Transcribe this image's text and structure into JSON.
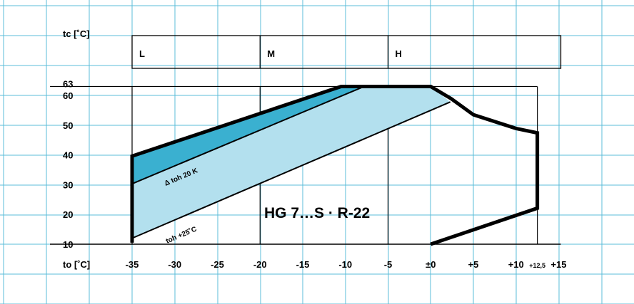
{
  "chart_data": {
    "type": "area",
    "title": "HG 7…S · R-22",
    "xlabel": "to [˚C]",
    "ylabel": "tc [˚C]",
    "xlim": [
      -35,
      15
    ],
    "ylim": [
      10,
      63
    ],
    "x_ticks": [
      {
        "value": -35,
        "label": "-35"
      },
      {
        "value": -30,
        "label": "-30"
      },
      {
        "value": -25,
        "label": "-25"
      },
      {
        "value": -20,
        "label": "-20"
      },
      {
        "value": -15,
        "label": "-15"
      },
      {
        "value": -10,
        "label": "-10"
      },
      {
        "value": -5,
        "label": "-5"
      },
      {
        "value": 0,
        "label": "±0"
      },
      {
        "value": 5,
        "label": "+5"
      },
      {
        "value": 10,
        "label": "+10"
      },
      {
        "value": 12.5,
        "label": "+12,5"
      },
      {
        "value": 15,
        "label": "+15"
      }
    ],
    "y_ticks": [
      {
        "value": 10,
        "label": "10"
      },
      {
        "value": 20,
        "label": "20"
      },
      {
        "value": 30,
        "label": "30"
      },
      {
        "value": 40,
        "label": "40"
      },
      {
        "value": 50,
        "label": "50"
      },
      {
        "value": 60,
        "label": "60"
      },
      {
        "value": 63,
        "label": "63"
      }
    ],
    "ranges": [
      {
        "label": "L",
        "from": -35,
        "to": -20
      },
      {
        "label": "M",
        "from": -20,
        "to": -5
      },
      {
        "label": "H",
        "from": -5,
        "to": 12.5
      }
    ],
    "regions": [
      {
        "name": "dark",
        "color": "#3ab0d0",
        "points": [
          [
            -35,
            39.6
          ],
          [
            -35,
            30.3
          ],
          [
            -7.8,
            63
          ],
          [
            -10.5,
            63
          ]
        ]
      },
      {
        "name": "light",
        "color": "#b3e0ee",
        "points": [
          [
            -35,
            30.3
          ],
          [
            -7.8,
            63
          ],
          [
            0,
            63
          ],
          [
            2.3,
            57.8
          ],
          [
            -35,
            12
          ]
        ]
      }
    ],
    "envelope": [
      [
        -35,
        10.5
      ],
      [
        -35,
        39.6
      ],
      [
        -10.5,
        63
      ],
      [
        0,
        63
      ],
      [
        2.4,
        58.9
      ],
      [
        5,
        53.5
      ],
      [
        10,
        48.9
      ],
      [
        12.5,
        47.4
      ],
      [
        12.5,
        22.1
      ],
      [
        0,
        10
      ]
    ],
    "lines": [
      {
        "label": "Δ toh 20 K",
        "points": [
          [
            -35,
            30.3
          ],
          [
            -7.8,
            63
          ]
        ]
      },
      {
        "label": "toh +25˚C",
        "points": [
          [
            -35,
            12
          ],
          [
            2.3,
            57.8
          ]
        ]
      }
    ],
    "grid": true,
    "grid_color": "#5bbcd8",
    "envelope_color": "#000000"
  }
}
